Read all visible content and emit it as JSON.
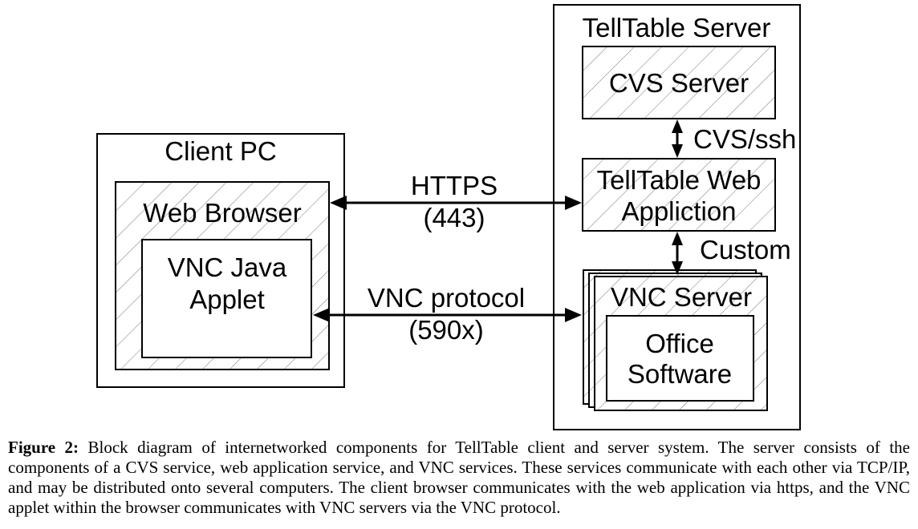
{
  "diagram": {
    "client_pc": "Client PC",
    "web_browser": "Web Browser",
    "vnc_applet_line1": "VNC Java",
    "vnc_applet_line2": "Applet",
    "telltable_server": "TellTable Server",
    "cvs_server": "CVS Server",
    "web_app_line1": "TellTable Web",
    "web_app_line2": "Appliction",
    "vnc_server": "VNC Server",
    "office_line1": "Office",
    "office_line2": "Software",
    "https_label": "HTTPS",
    "https_port": "(443)",
    "vnc_protocol_label": "VNC protocol",
    "vnc_port": "(590x)",
    "cvs_ssh_label": "CVS/ssh",
    "custom_label": "Custom"
  },
  "caption": {
    "label": "Figure 2:",
    "text": " Block diagram of internetworked components for TellTable client and server system. The server consists of the components of a CVS service, web application service, and VNC services. These services communicate with each other via TCP/IP, and may be distributed onto several computers. The client browser communicates with the web application via https, and the VNC applet within the browser communicates with VNC servers via the VNC protocol."
  }
}
